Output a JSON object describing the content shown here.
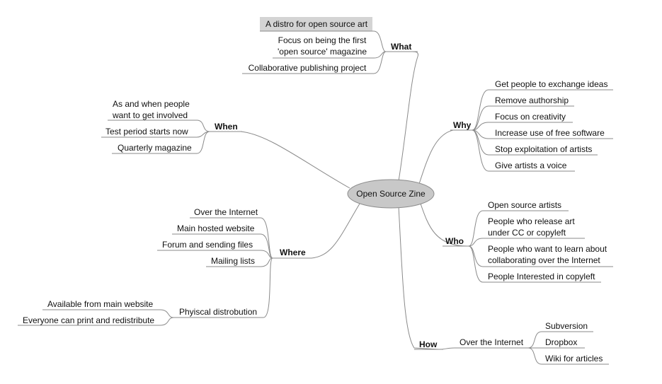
{
  "root": {
    "label": "Open Source Zine"
  },
  "branches": {
    "what": {
      "label": "What",
      "items": [
        {
          "label": "A distro for open source art",
          "highlighted": true
        },
        {
          "lines": [
            "Focus on being the first",
            "'open source' magazine"
          ]
        },
        {
          "label": "Collaborative publishing project"
        }
      ]
    },
    "why": {
      "label": "Why",
      "items": [
        {
          "label": "Get people to exchange ideas"
        },
        {
          "label": "Remove authorship"
        },
        {
          "label": "Focus on creativity"
        },
        {
          "label": "Increase use of free software"
        },
        {
          "label": "Stop exploitation of artists"
        },
        {
          "label": "Give artists a voice"
        }
      ]
    },
    "when": {
      "label": "When",
      "items": [
        {
          "lines": [
            "As and when people",
            "want to get involved"
          ]
        },
        {
          "label": "Test period starts now"
        },
        {
          "label": "Quarterly magazine"
        }
      ]
    },
    "where": {
      "label": "Where",
      "items": [
        {
          "label": "Over the Internet"
        },
        {
          "label": "Main hosted website"
        },
        {
          "label": "Forum and sending files"
        },
        {
          "label": "Mailing lists"
        },
        {
          "label": "Phyiscal distrobution"
        }
      ],
      "physical_items": [
        {
          "label": "Available from main website"
        },
        {
          "label": "Everyone can print and redistribute"
        }
      ]
    },
    "who": {
      "label": "Who",
      "items": [
        {
          "label": "Open source artists"
        },
        {
          "lines": [
            "People who release art",
            "under CC or copyleft"
          ]
        },
        {
          "lines": [
            "People who want to learn about",
            "collaborating over the Internet"
          ]
        },
        {
          "label": "People Interested in copyleft"
        }
      ]
    },
    "how": {
      "label": "How",
      "items": [
        {
          "label": "Over the Internet"
        }
      ],
      "internet_items": [
        {
          "label": "Subversion"
        },
        {
          "label": "Dropbox"
        },
        {
          "label": "Wiki for articles"
        }
      ]
    }
  },
  "colors": {
    "connector": "#8a8a8a",
    "root_fill": "#c8c8c8",
    "highlight_fill": "#d4d4d4",
    "text": "#111111"
  }
}
